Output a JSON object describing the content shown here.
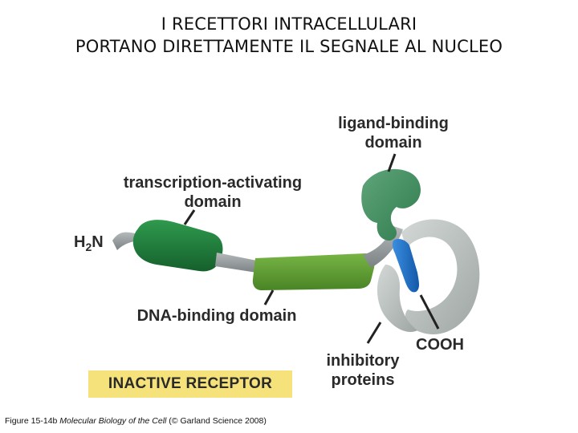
{
  "title": {
    "line1": "I RECETTORI INTRACELLULARI",
    "line2": "PORTANO DIRETTAMENTE IL SEGNALE AL NUCLEO"
  },
  "labels": {
    "ligand_binding_line1": "ligand-binding",
    "ligand_binding_line2": "domain",
    "transcription_line1": "transcription-activating",
    "transcription_line2": "domain",
    "h2n_h": "H",
    "h2n_sub": "2",
    "h2n_n": "N",
    "dna_binding": "DNA-binding domain",
    "cooh": "COOH",
    "inhibitory_line1": "inhibitory",
    "inhibitory_line2": "proteins"
  },
  "badge": "INACTIVE RECEPTOR",
  "caption": {
    "prefix": "Figure 15-14b ",
    "book": "Molecular Biology of the Cell",
    "suffix": " (© Garland Science 2008)"
  },
  "colors": {
    "transcription_domain": "#1e7a3c",
    "dna_domain": "#5d9b2f",
    "ligand_domain": "#3f8a5e",
    "chain": "#8e9596",
    "inhibitory_protein": "#b9c0bd",
    "cooh_tail": "#1f6fc4",
    "badge": "#f5e27a"
  }
}
